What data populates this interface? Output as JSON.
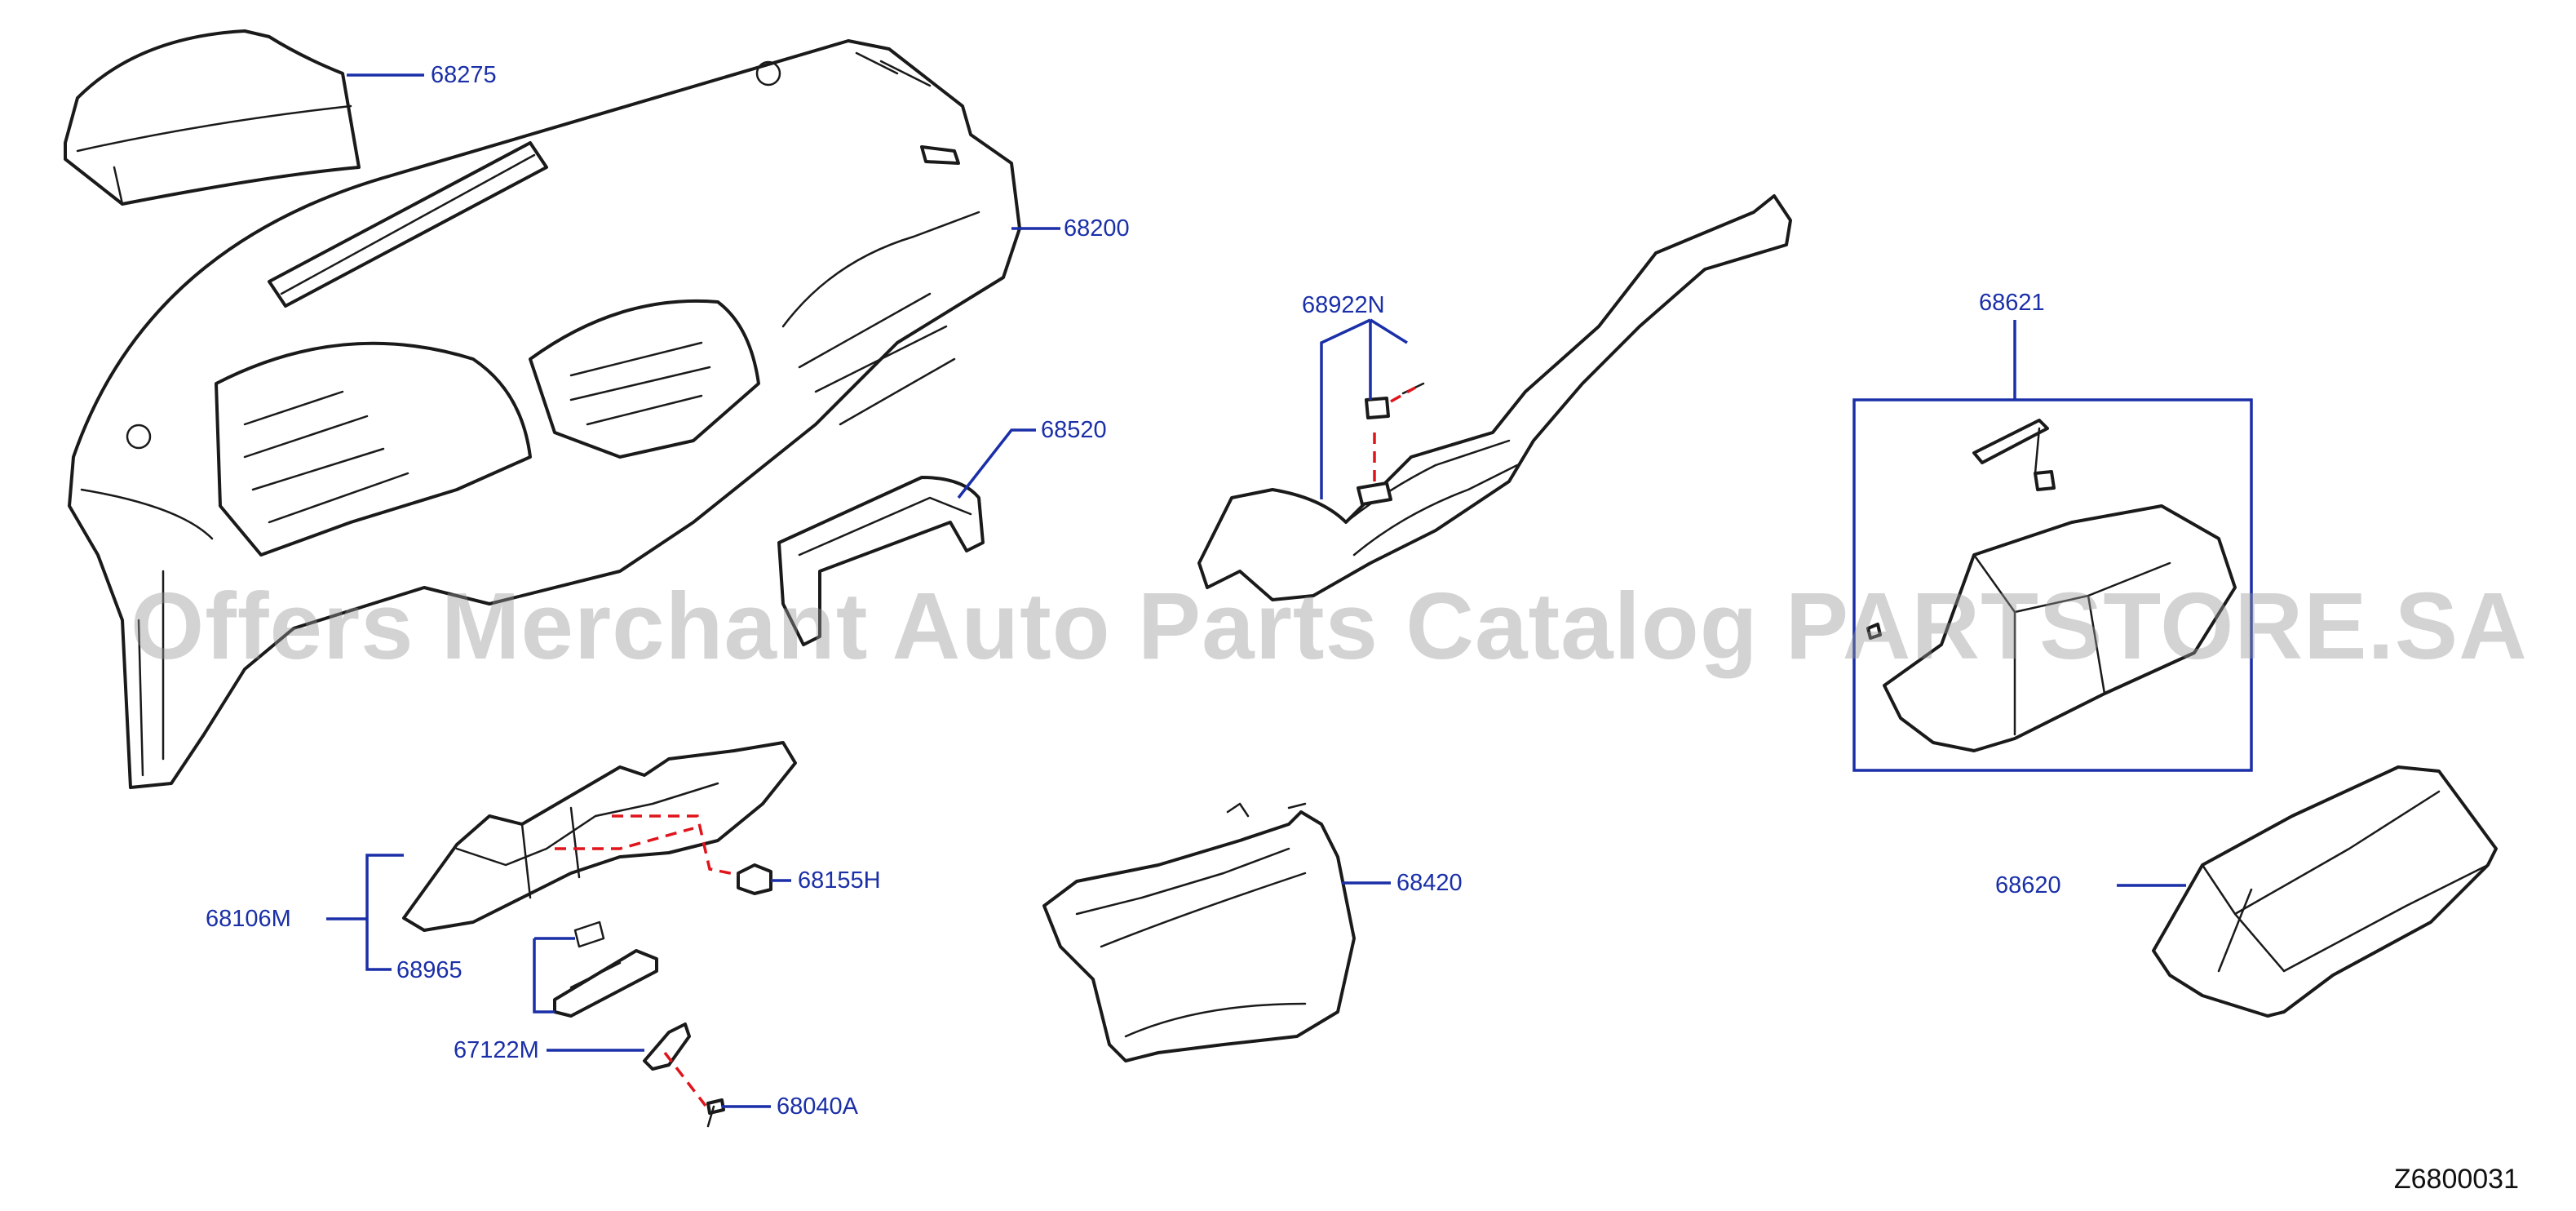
{
  "callouts": {
    "c68275": "68275",
    "c68200": "68200",
    "c68520": "68520",
    "c68922N": "68922N",
    "c68621": "68621",
    "c68106M": "68106M",
    "c68155H": "68155H",
    "c68965": "68965",
    "c67122M": "67122M",
    "c68040A": "68040A",
    "c68420": "68420",
    "c68620": "68620"
  },
  "diagram_id": "Z6800031",
  "watermark": "Offers Merchant Auto Parts Catalog PARTSTORE.SA",
  "colors": {
    "line": "#1a1a1a",
    "leader": "#1a2fa8",
    "dashed_connector": "#e0141b",
    "watermark": "#969696"
  }
}
